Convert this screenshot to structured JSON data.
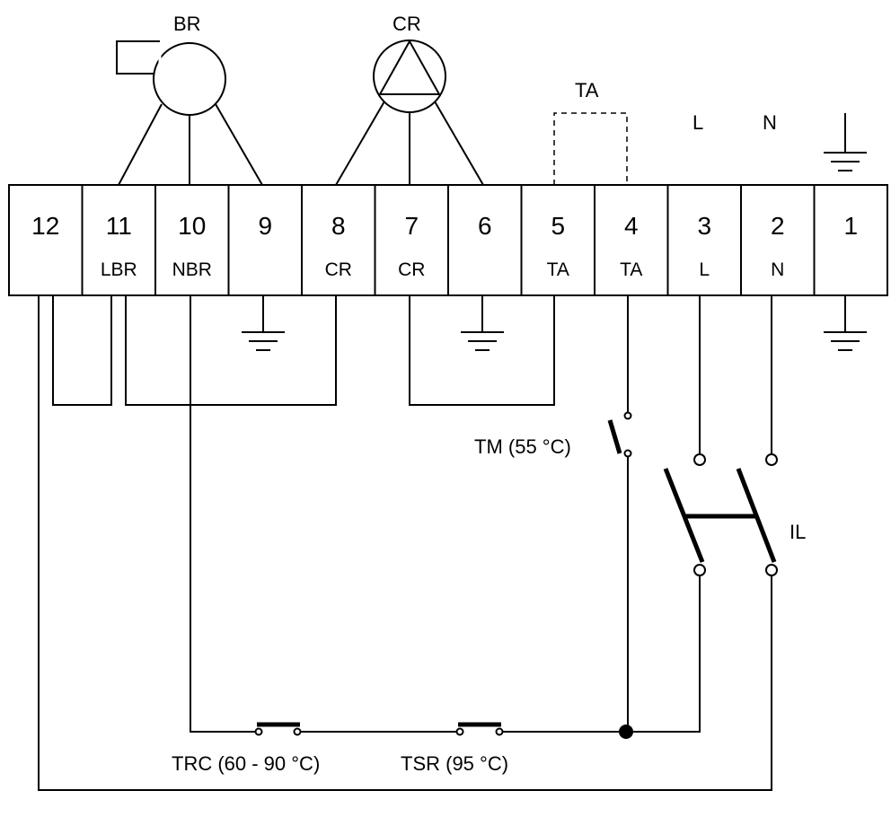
{
  "terminals": [
    {
      "number": "12",
      "label": ""
    },
    {
      "number": "11",
      "label": "LBR"
    },
    {
      "number": "10",
      "label": "NBR"
    },
    {
      "number": "9",
      "label": ""
    },
    {
      "number": "8",
      "label": "CR"
    },
    {
      "number": "7",
      "label": "CR"
    },
    {
      "number": "6",
      "label": ""
    },
    {
      "number": "5",
      "label": "TA"
    },
    {
      "number": "4",
      "label": "TA"
    },
    {
      "number": "3",
      "label": "L"
    },
    {
      "number": "2",
      "label": "N"
    },
    {
      "number": "1",
      "label": ""
    }
  ],
  "labels": {
    "blower": "BR",
    "circulator": "CR",
    "thermostat_ambient": "TA",
    "line": "L",
    "neutral": "N",
    "tm": "TM (55 °C)",
    "il": "IL",
    "trc": "TRC (60 - 90 °C)",
    "tsr": "TSR (95 °C)"
  }
}
